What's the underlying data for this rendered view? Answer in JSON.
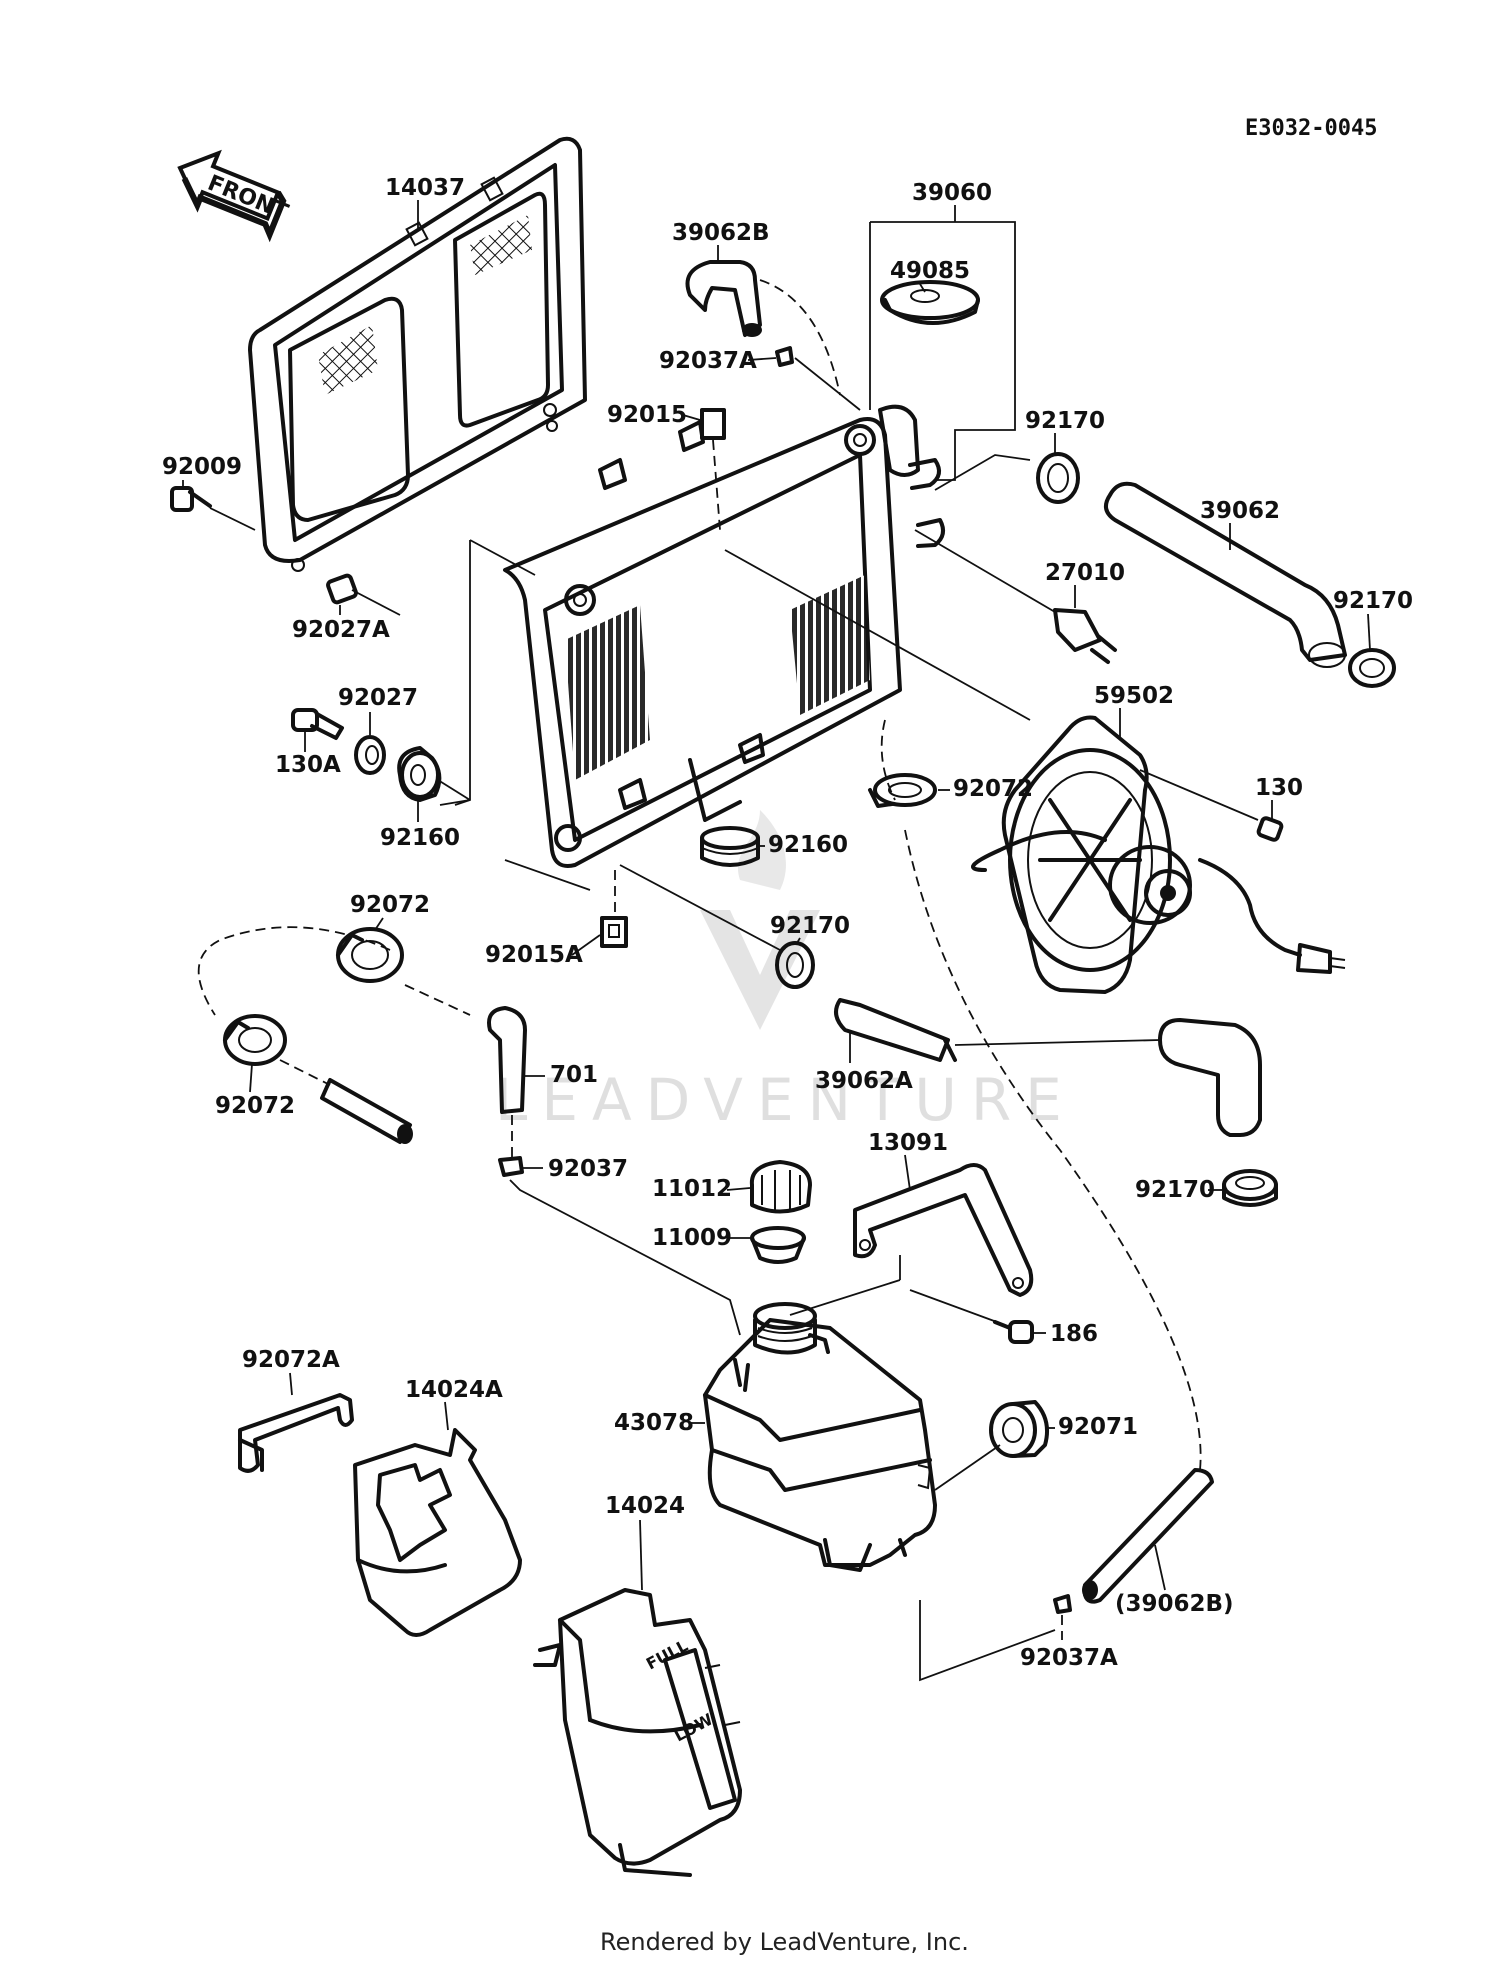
{
  "diagram_code": "E3032-0045",
  "front_tag": "FRONT",
  "footer": "Rendered by LeadVenture, Inc.",
  "watermark": "LEADVENTURE",
  "tank_gauge": {
    "full": "FULL",
    "low": "LOW"
  },
  "labels": {
    "p14037": "14037",
    "p39060": "39060",
    "p39062B": "39062B",
    "p49085": "49085",
    "p92037A_top": "92037A",
    "p92015": "92015",
    "p92170_a": "92170",
    "p39062": "39062",
    "p92009": "92009",
    "p92170_b": "92170",
    "p27010": "27010",
    "p92027A": "92027A",
    "p92027": "92027",
    "p59502": "59502",
    "p130A": "130A",
    "p130": "130",
    "p92072_r": "92072",
    "p92160_l": "92160",
    "p92160_m": "92160",
    "p92072_l": "92072",
    "p92170_c": "92170",
    "p92015A": "92015A",
    "p701": "701",
    "p39062A": "39062A",
    "p92072_ll": "92072",
    "p92037": "92037",
    "p13091": "13091",
    "p11012": "11012",
    "p92170_d": "92170",
    "p11009": "11009",
    "p186": "186",
    "p92072A": "92072A",
    "p14024A": "14024A",
    "p43078": "43078",
    "p92071": "92071",
    "p14024": "14024",
    "p39062B_paren": "(39062B)",
    "p92037A_bot": "92037A"
  }
}
